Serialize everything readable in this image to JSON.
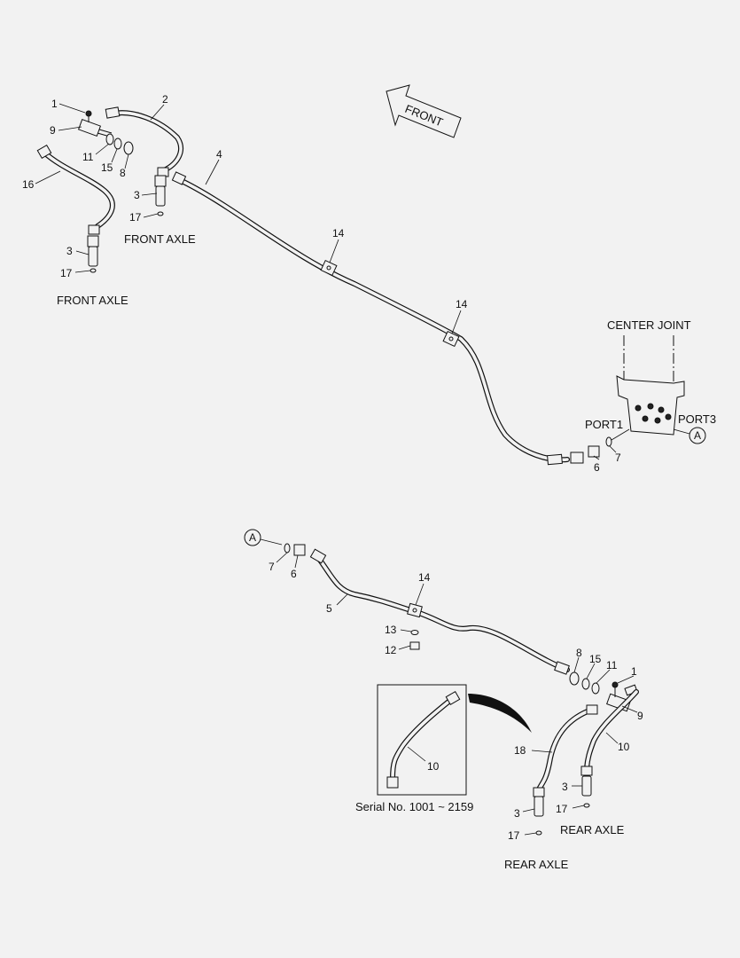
{
  "callouts": {
    "front": [
      {
        "id": "c-1-front",
        "text": "1"
      },
      {
        "id": "c-2",
        "text": "2"
      },
      {
        "id": "c-9-front",
        "text": "9"
      },
      {
        "id": "c-11-front",
        "text": "11"
      },
      {
        "id": "c-15-front",
        "text": "15"
      },
      {
        "id": "c-8-front",
        "text": "8"
      },
      {
        "id": "c-16",
        "text": "16"
      },
      {
        "id": "c-3-front-a",
        "text": "3"
      },
      {
        "id": "c-17-front-a",
        "text": "17"
      },
      {
        "id": "c-3-front-b",
        "text": "3"
      },
      {
        "id": "c-17-front-b",
        "text": "17"
      },
      {
        "id": "c-4",
        "text": "4"
      },
      {
        "id": "c-14-a",
        "text": "14"
      },
      {
        "id": "c-14-b",
        "text": "14"
      },
      {
        "id": "c-6-top",
        "text": "6"
      },
      {
        "id": "c-7-top",
        "text": "7"
      }
    ],
    "rear": [
      {
        "id": "c-7-bot",
        "text": "7"
      },
      {
        "id": "c-6-bot",
        "text": "6"
      },
      {
        "id": "c-5",
        "text": "5"
      },
      {
        "id": "c-14-c",
        "text": "14"
      },
      {
        "id": "c-13",
        "text": "13"
      },
      {
        "id": "c-12",
        "text": "12"
      },
      {
        "id": "c-8-rear",
        "text": "8"
      },
      {
        "id": "c-15-rear",
        "text": "15"
      },
      {
        "id": "c-11-rear",
        "text": "11"
      },
      {
        "id": "c-1-rear",
        "text": "1"
      },
      {
        "id": "c-9-rear",
        "text": "9"
      },
      {
        "id": "c-10-rear",
        "text": "10"
      },
      {
        "id": "c-18",
        "text": "18"
      },
      {
        "id": "c-3-rear-a",
        "text": "3"
      },
      {
        "id": "c-17-rear-a",
        "text": "17"
      },
      {
        "id": "c-3-rear-b",
        "text": "3"
      },
      {
        "id": "c-17-rear-b",
        "text": "17"
      },
      {
        "id": "c-10-inset",
        "text": "10"
      }
    ]
  },
  "captions": {
    "front_axle_1": "FRONT AXLE",
    "front_axle_2": "FRONT AXLE",
    "rear_axle_1": "REAR AXLE",
    "rear_axle_2": "REAR AXLE",
    "center_joint": "CENTER JOINT",
    "port1": "PORT1",
    "port3": "PORT3",
    "front_arrow": "FRONT",
    "serial_note": "Serial No. 1001 ~ 2159"
  },
  "circle_refs": {
    "top": "A",
    "bottom": "A"
  },
  "colors": {
    "background": "#f2f2f2",
    "line": "#111111"
  }
}
